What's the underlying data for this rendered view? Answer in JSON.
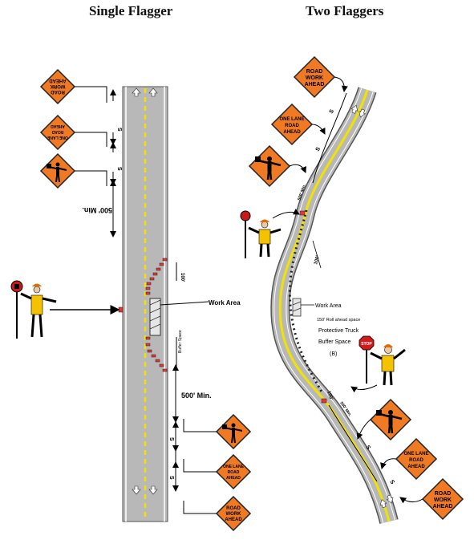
{
  "titles": {
    "single": "Single Flagger",
    "two": "Two Flaggers"
  },
  "signs": {
    "road_work_ahead": [
      "ROAD",
      "WORK",
      "AHEAD"
    ],
    "one_lane_road_ahead": [
      "ONE LANE",
      "ROAD",
      "AHEAD"
    ]
  },
  "single_labels": {
    "s": "S",
    "min_500": "500' Min.",
    "work_area": "Work Area",
    "buffer_space": "Buffer Space",
    "taper": "100'"
  },
  "two_labels": {
    "s": "S",
    "min_500": "500' Min.",
    "taper": "100'",
    "work_area": "Work Area",
    "rollahead": "150' Roll ahead space",
    "protective_truck": "Protective Truck",
    "buffer_space": "Buffer Space",
    "b_marker": "(B)",
    "stop": "STOP"
  },
  "colors": {
    "sign_orange": "#f07a24",
    "road_gray": "#b0b0b0",
    "center_line": "#f2e200",
    "vest": "#f4c200"
  }
}
